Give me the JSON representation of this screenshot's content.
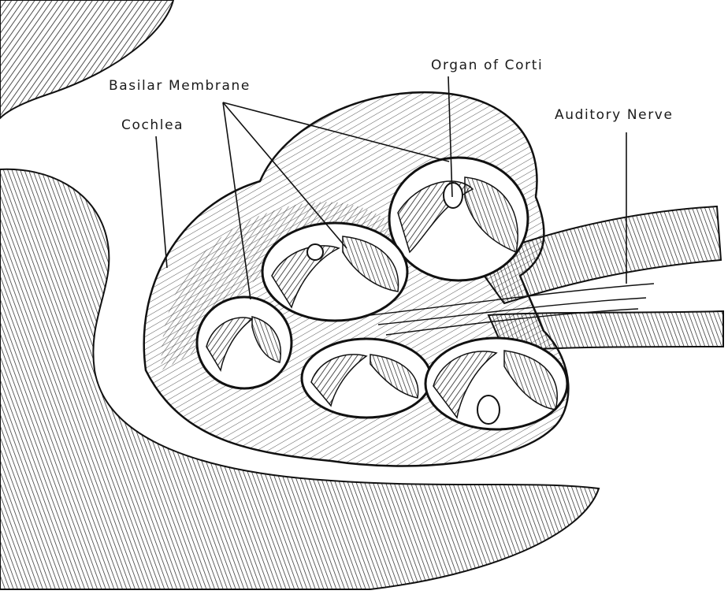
{
  "diagram": {
    "labels": {
      "basilar_membrane": "Basilar Membrane",
      "cochlea": "Cochlea",
      "organ_of_corti": "Organ of Corti",
      "auditory_nerve": "Auditory Nerve"
    }
  },
  "colors": {
    "ink": "#111111",
    "paper": "#ffffff",
    "shade": "#555555"
  }
}
